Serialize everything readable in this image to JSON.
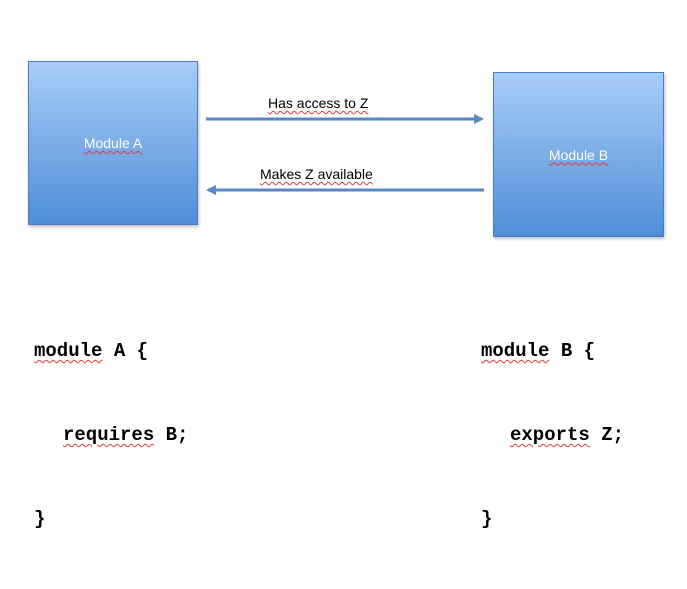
{
  "colors": {
    "box_top": "#a9ccf8",
    "box_bottom": "#4f8ed8",
    "arrow": "#5b87c5",
    "text_on_box": "#ffffff"
  },
  "module_a": {
    "label": "Module A"
  },
  "module_b": {
    "label": "Module B"
  },
  "arrows": {
    "top_label": "Has access to Z",
    "bottom_label": "Makes Z available"
  },
  "code_a": {
    "line1_kw": "module",
    "line1_rest": " A {",
    "line2_kw": "requires",
    "line2_rest": " B;",
    "line3": "}"
  },
  "code_b": {
    "line1_kw": "module",
    "line1_rest": " B {",
    "line2_kw": "exports",
    "line2_rest": " Z;",
    "line3": "}"
  }
}
